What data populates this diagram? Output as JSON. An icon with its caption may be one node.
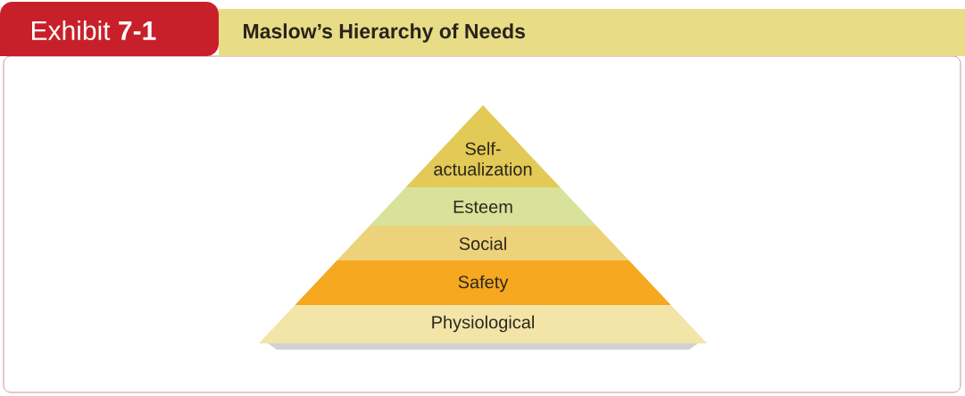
{
  "diagram": {
    "title": "Maslow’s Hierarchy of Needs",
    "nodes": [
      {
        "text": [
          "Self-actualization"
        ]
      },
      {
        "text": [
          "Esteem"
        ]
      },
      {
        "text": [
          "Social"
        ]
      },
      {
        "text": [
          "Safety"
        ]
      },
      {
        "text": [
          "Physiological"
        ]
      }
    ],
    "labels": [
      "Exhibit **7-1**"
    ]
  }
}
